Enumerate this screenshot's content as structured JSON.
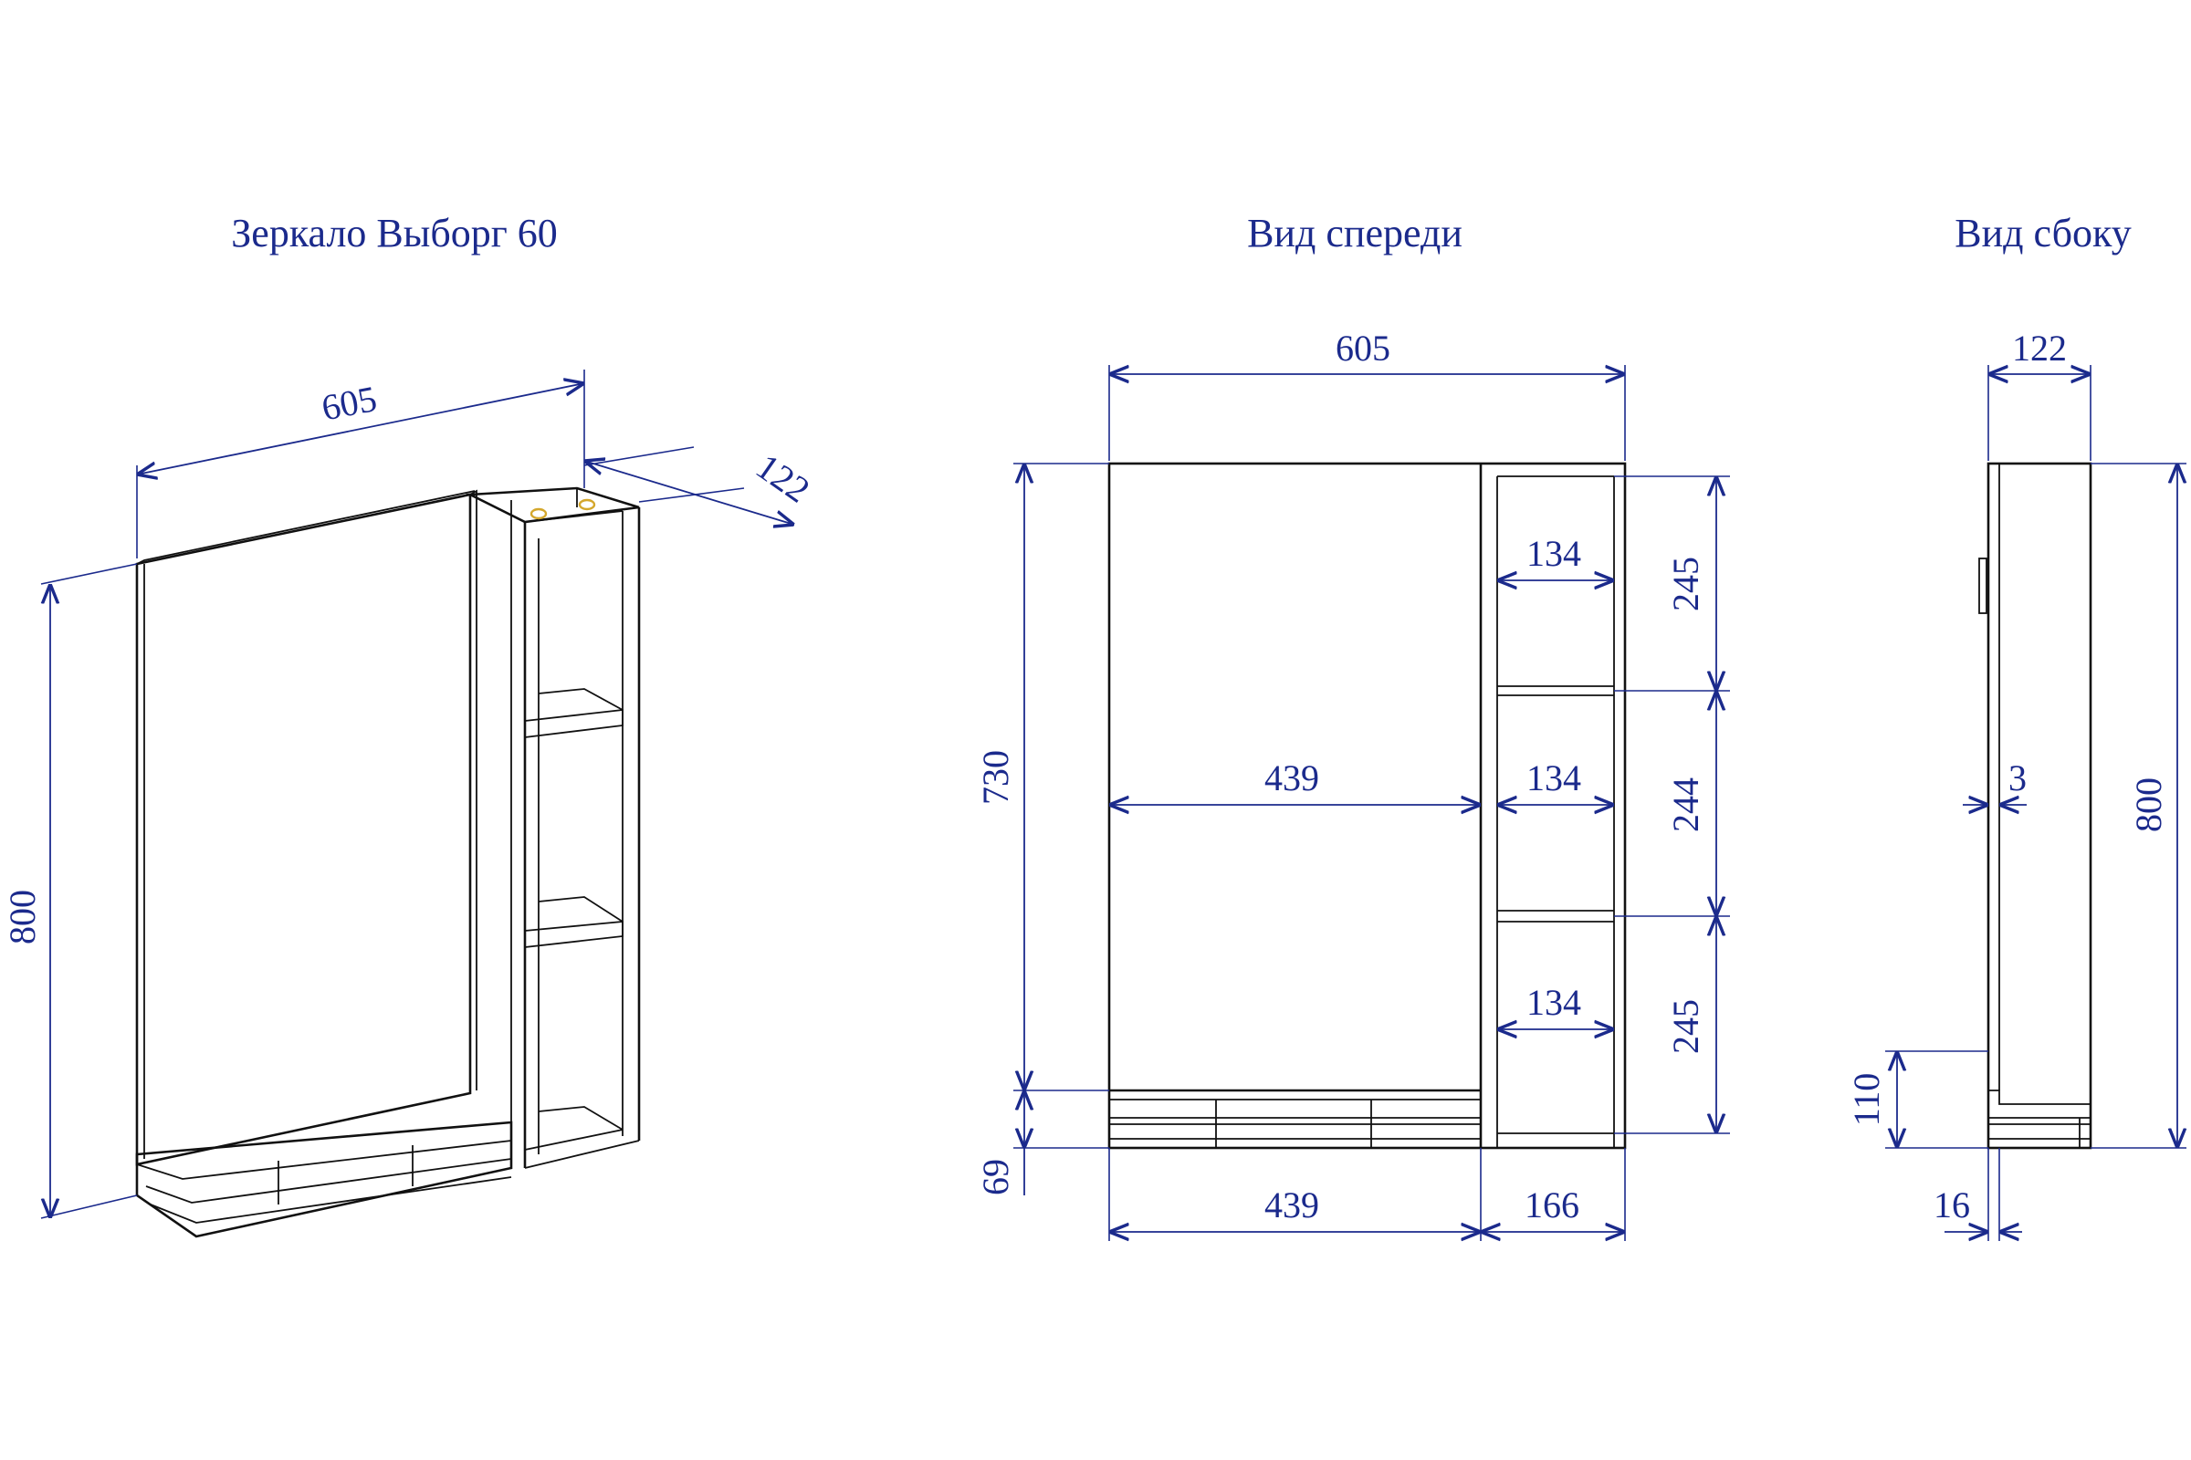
{
  "titles": {
    "iso": "Зеркало Выборг 60",
    "front": "Вид спереди",
    "side": "Вид сбоку"
  },
  "iso_dims": {
    "width": "605",
    "depth": "122",
    "height": "800"
  },
  "front_dims": {
    "total_width": "605",
    "mirror_width": "439",
    "bottom_left": "439",
    "bottom_right": "166",
    "shelf1_width": "134",
    "shelf2_width": "134",
    "shelf3_width": "134",
    "shelf1_height": "245",
    "shelf2_height": "244",
    "shelf3_height": "245",
    "mirror_height": "730",
    "base_height": "69"
  },
  "side_dims": {
    "depth": "122",
    "height": "800",
    "mirror_thickness": "3",
    "base_height": "110",
    "base_depth": "16"
  },
  "colors": {
    "text": "#1b2a8c",
    "lines": "#111111",
    "knob": "#d4a72c"
  }
}
